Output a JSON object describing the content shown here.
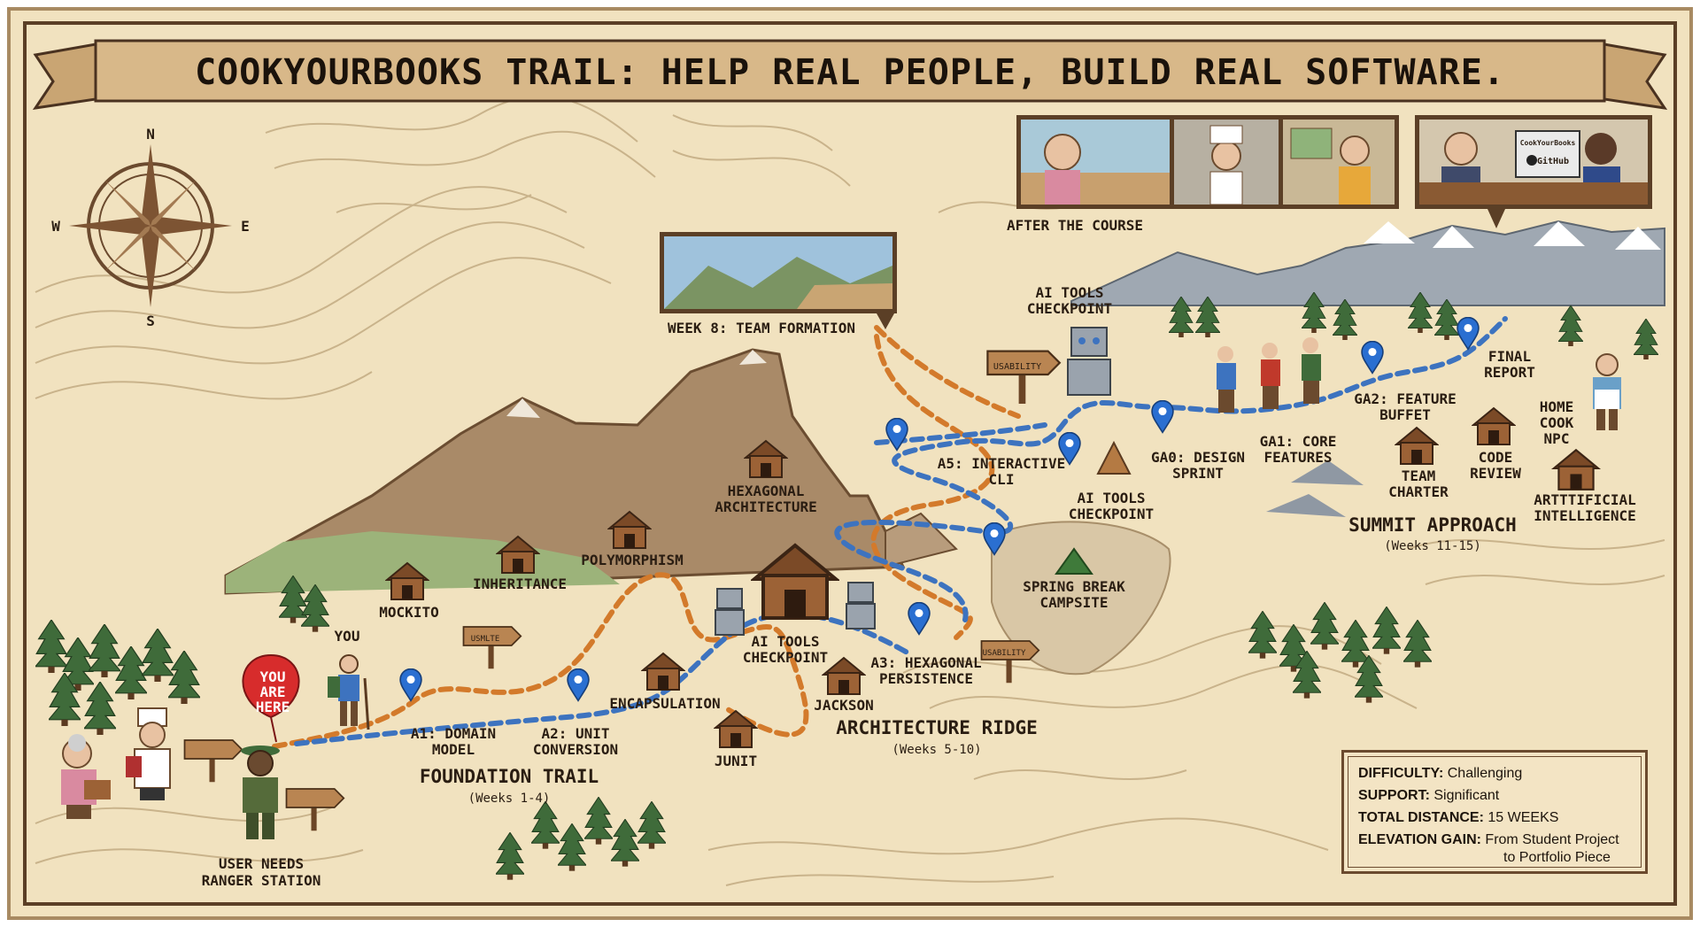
{
  "banner": {
    "title": "COOKYOURBOOKS TRAIL: HELP REAL PEOPLE, BUILD REAL SOFTWARE."
  },
  "compass": {
    "n": "N",
    "s": "S",
    "e": "E",
    "w": "W"
  },
  "after_course": {
    "label": "AFTER THE COURSE",
    "laptop_brand": "CookYourBooks",
    "laptop_repo": "GitHub"
  },
  "team_formation": {
    "label": "WEEK 8: TEAM FORMATION"
  },
  "you_marker": {
    "bubble": [
      "YOU",
      "ARE",
      "HERE"
    ],
    "you_label": "YOU"
  },
  "ranger_station": {
    "line1": "USER NEEDS",
    "line2": "RANGER STATION"
  },
  "foundation": {
    "title": "FOUNDATION TRAIL",
    "weeks": "(Weeks 1-4)",
    "a1": [
      "A1: DOMAIN",
      "MODEL"
    ],
    "a2": [
      "A2: UNIT",
      "CONVERSION"
    ],
    "cabins": {
      "mockito": "MOCKITO",
      "inheritance": "INHERITANCE",
      "polymorphism": "POLYMORPHISM",
      "encapsulation": "ENCAPSULATION",
      "junit": "JUNIT"
    },
    "sign": "USMLTE"
  },
  "architecture": {
    "title": "ARCHITECTURE RIDGE",
    "weeks": "(Weeks 5-10)",
    "hexagonal": [
      "HEXAGONAL",
      "ARCHITECTURE"
    ],
    "ai_tools_lower": [
      "AI TOOLS",
      "CHECKPOINT"
    ],
    "jackson": "JACKSON",
    "a3": [
      "A3: HEXAGONAL",
      "PERSISTENCE"
    ],
    "a5": [
      "A5: INTERACTIVE",
      "CLI"
    ],
    "ai_tools_mid": [
      "AI TOOLS",
      "CHECKPOINT"
    ],
    "ai_tools_top": [
      "AI TOOLS",
      "CHECKPOINT"
    ],
    "spring_break": [
      "SPRING BREAK",
      "CAMPSITE"
    ],
    "usability_sign": "USABILITY"
  },
  "summit": {
    "title": "SUMMIT APPROACH",
    "weeks": "(Weeks 11-15)",
    "ga0": [
      "GA0: DESIGN",
      "SPRINT"
    ],
    "ga1": [
      "GA1: CORE",
      "FEATURES"
    ],
    "ga2": [
      "GA2: FEATURE",
      "BUFFET"
    ],
    "final": [
      "FINAL",
      "REPORT"
    ],
    "team_charter": [
      "TEAM",
      "CHARTER"
    ],
    "code_review": [
      "CODE",
      "REVIEW"
    ],
    "home_cook": [
      "HOME",
      "COOK",
      "NPC"
    ],
    "ai": [
      "ARTTTIFICIAL",
      "INTELLIGENCE"
    ]
  },
  "stats": {
    "difficulty_k": "DIFFICULTY:",
    "difficulty_v": "Challenging",
    "support_k": "SUPPORT:",
    "support_v": "Significant",
    "distance_k": "TOTAL DISTANCE:",
    "distance_v": "15 WEEKS",
    "elevation_k": "ELEVATION GAIN:",
    "elevation_v1": "From Student Project",
    "elevation_v2": "to Portfolio Piece"
  },
  "colors": {
    "parchment": "#f1e2bf",
    "ink": "#2a1d12",
    "trail_orange": "#d37a2b",
    "trail_blue": "#3d73bf",
    "pin_blue": "#2a6fd1",
    "bubble_red": "#d72c2c"
  }
}
